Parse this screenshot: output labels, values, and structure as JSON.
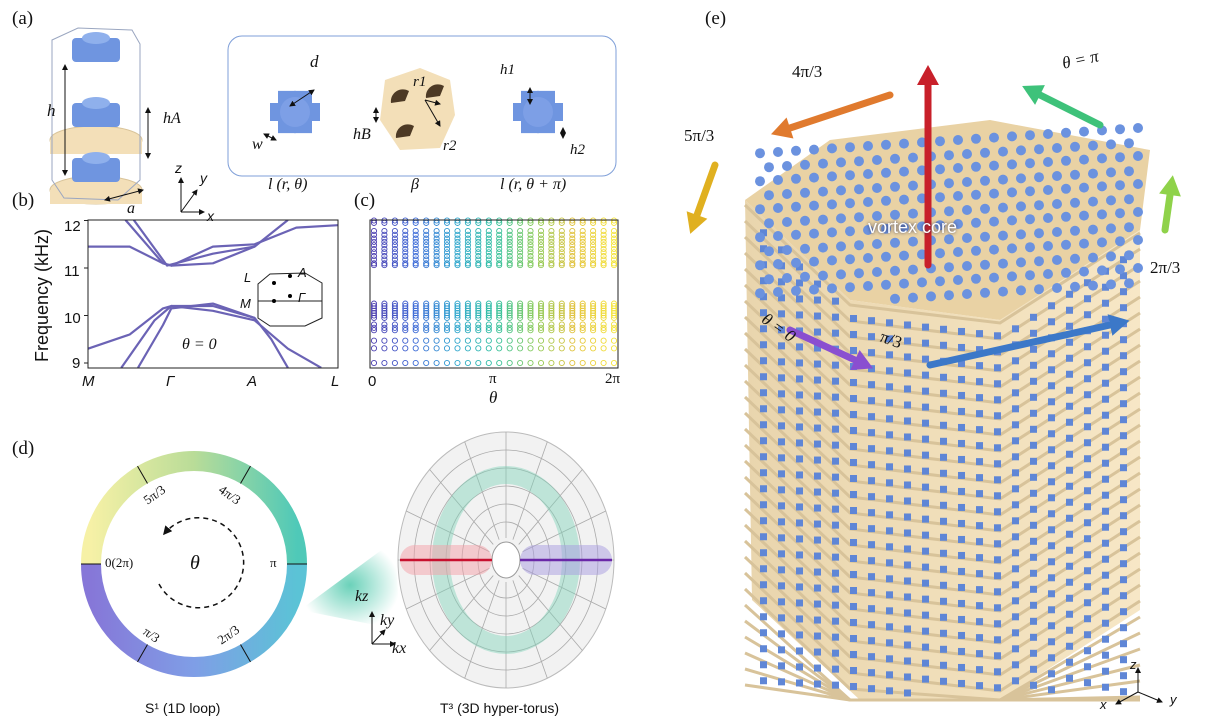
{
  "panels": {
    "a": "(a)",
    "b": "(b)",
    "c": "(c)",
    "d": "(d)",
    "e": "(e)"
  },
  "panel_a": {
    "unit_cell_labels": {
      "h": "h",
      "hA": "hA",
      "a": "a"
    },
    "axes": {
      "z": "z",
      "y": "y",
      "x": "x"
    },
    "inset": {
      "d": "d",
      "w": "w",
      "l_theta": "l (r, θ)",
      "hB": "hB",
      "r1": "r1",
      "r2": "r2",
      "beta": "β",
      "h1": "h1",
      "h2": "h2",
      "l_theta_pi": "l (r, θ + π)"
    },
    "colors": {
      "scatterer": "#6f95e0",
      "plate": "#f3dfb8",
      "inset_border": "#7f9fd8"
    }
  },
  "chart_data": [
    {
      "type": "line",
      "panel": "b",
      "xlabel": "",
      "ylabel": "Frequency (kHz)",
      "categories": [
        "M",
        "Γ",
        "A",
        "L"
      ],
      "ylim": [
        9,
        12
      ],
      "yticks": [
        "9",
        "10",
        "11",
        "12"
      ],
      "annotation": "θ = 0",
      "bz_labels": [
        "L",
        "A",
        "M",
        "Γ"
      ],
      "color": "#6b63b5",
      "series": [
        {
          "name": "band1",
          "x": [
            0,
            0.5,
            0.9,
            1,
            1.5,
            2,
            2.4,
            2.8
          ],
          "y": [
            9.3,
            9.6,
            10.15,
            10.2,
            10.1,
            9.9,
            9.3,
            8.9
          ]
        },
        {
          "name": "band2",
          "x": [
            0.4,
            0.8,
            1,
            1.5,
            2,
            2.2,
            2.4
          ],
          "y": [
            8.9,
            9.9,
            10.2,
            10.2,
            9.95,
            9.5,
            8.9
          ]
        },
        {
          "name": "band3",
          "x": [
            0.6,
            0.9,
            1,
            1.5,
            2
          ],
          "y": [
            8.9,
            9.8,
            10.15,
            10.25,
            9.95
          ]
        },
        {
          "name": "band4",
          "x": [
            0,
            0.5,
            0.9,
            1,
            1.5,
            2,
            2.5,
            3
          ],
          "y": [
            11.45,
            11.45,
            11.1,
            11.05,
            11.45,
            11.5,
            11.85,
            11.9
          ]
        },
        {
          "name": "band5",
          "x": [
            0.45,
            0.9,
            1,
            1.5,
            2,
            2.4
          ],
          "y": [
            12.15,
            11.1,
            11.05,
            11.1,
            11.45,
            12.15
          ]
        },
        {
          "name": "band6",
          "x": [
            0.55,
            0.95,
            1.5,
            2
          ],
          "y": [
            12.15,
            11.05,
            11.3,
            11.45
          ]
        }
      ]
    },
    {
      "type": "scatter",
      "panel": "c",
      "xlabel": "θ",
      "ylabel": "",
      "xticks": [
        "0",
        "π",
        "2π"
      ],
      "xlim": [
        0,
        6.283
      ],
      "ylim": [
        9,
        12
      ],
      "theta_columns": 24,
      "frequency_levels": [
        12.0,
        11.95,
        11.78,
        11.7,
        11.62,
        11.55,
        11.48,
        11.4,
        11.33,
        11.25,
        11.18,
        11.1,
        11.06,
        10.25,
        10.2,
        10.15,
        10.1,
        10.05,
        10.0,
        9.95,
        9.81,
        9.74,
        9.69,
        9.47,
        9.31,
        9.0
      ],
      "colormap": [
        "#4b3fb0",
        "#3a66d6",
        "#2fa4d0",
        "#2dbfa0",
        "#8acb58",
        "#e3c13a",
        "#f4e43a"
      ]
    }
  ],
  "panel_d": {
    "ring_labels": [
      "0(2π)",
      "π/3",
      "2π/3",
      "π",
      "4π/3",
      "5π/3"
    ],
    "center_label": "θ",
    "loop_caption": "S¹  (1D loop)",
    "torus_caption": "T³  (3D hyper-torus)",
    "k_axes": {
      "kz": "kz",
      "ky": "ky",
      "kx": "kx"
    }
  },
  "panel_e": {
    "arrow_labels": {
      "a0": "θ = 0",
      "a1": "π/3",
      "a2": "2π/3",
      "a3": "θ = π",
      "a4": "4π/3",
      "a5": "5π/3"
    },
    "core_label": "vortex core",
    "axes": {
      "z": "z",
      "y": "y",
      "x": "x"
    },
    "arrow_colors": [
      "#8a4fd0",
      "#3c78c8",
      "#8fd24a",
      "#3ec27a",
      "#e07a2e",
      "#e0b020",
      "#c8202a"
    ]
  }
}
